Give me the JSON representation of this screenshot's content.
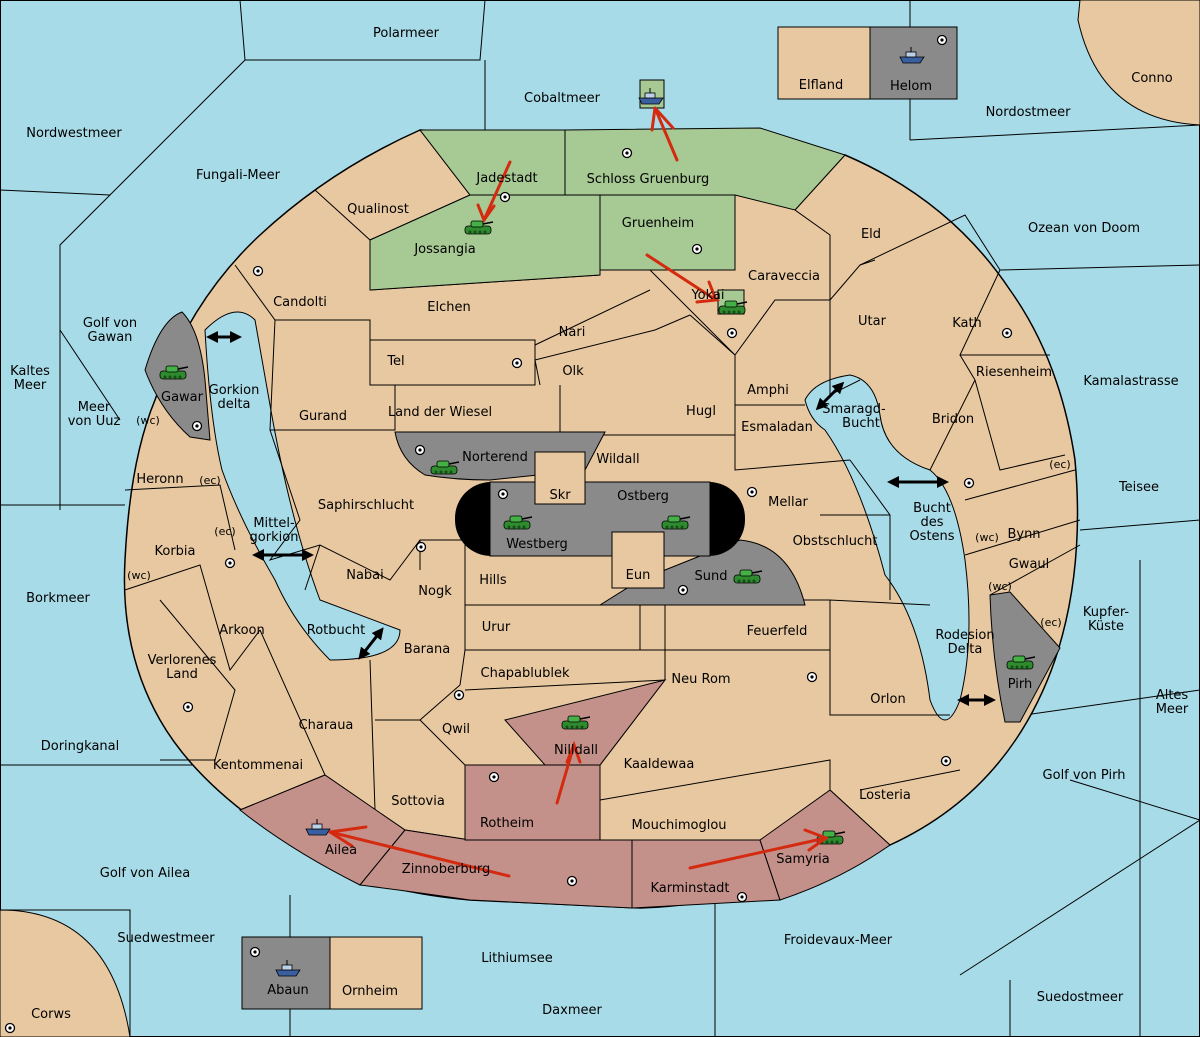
{
  "colors": {
    "sea": "#a8dbe8",
    "neutral": "#e8c8a0",
    "green_power": "#a7c994",
    "red_power": "#c4908a",
    "grey_power": "#8a8a8a",
    "order_arrow": "#d42a10"
  },
  "labels": {
    "polarmeer": "Polarmeer",
    "cobaltmeer": "Cobaltmeer",
    "nordwestmeer": "Nordwestmeer",
    "fungali": "Fungali-Meer",
    "elfland": "Elfland",
    "helom": "Helom",
    "conno": "Conno",
    "nordostmeer": "Nordostmeer",
    "ozean": "Ozean von Doom",
    "kamalastrasse": "Kamalastrasse",
    "teisee": "Teisee",
    "kupfer1": "Kupfer-",
    "kupfer2": "Küste",
    "altes1": "Altes",
    "altes2": "Meer",
    "golfpirh": "Golf von Pirh",
    "suedostmeer": "Suedostmeer",
    "froidevaux": "Froidevaux-Meer",
    "daxmeer": "Daxmeer",
    "lithiumsee": "Lithiumsee",
    "ornheim": "Ornheim",
    "abaun": "Abaun",
    "suedwestmeer": "Suedwestmeer",
    "corws": "Corws",
    "golfailea": "Golf von Ailea",
    "doringkanal": "Doringkanal",
    "borkmeer": "Borkmeer",
    "kaltes1": "Kaltes",
    "kaltes2": "Meer",
    "meeruuz1": "Meer",
    "meeruuz2": "von Uuz",
    "golfgawan1": "Golf von",
    "golfgawan2": "Gawan",
    "gawar": "Gawar",
    "gorkion1": "Gorkion",
    "gorkion2": "delta",
    "wc": "(wc)",
    "ec": "(ec)",
    "heronn": "Heronn",
    "korbia": "Korbia",
    "mittel1": "Mittel-",
    "mittel2": "gorkion",
    "verlorenes1": "Verlorenes",
    "verlorenes2": "Land",
    "arkoon": "Arkoon",
    "rotbucht": "Rotbucht",
    "kentommenai": "Kentommenai",
    "charaua": "Charaua",
    "ailea": "Ailea",
    "zinnoberburg": "Zinnoberburg",
    "sottovia": "Sottovia",
    "rotheim": "Rotheim",
    "nilldall": "Nilldall",
    "qwil": "Qwil",
    "barana": "Barana",
    "chapablublek": "Chapablublek",
    "ururm": "Urur",
    "neurom": "Neu Rom",
    "kaaldewaa": "Kaaldewaa",
    "mouchimoglou": "Mouchimoglou",
    "karminstadt": "Karminstadt",
    "samyria": "Samyria",
    "losteria": "Losteria",
    "orlon": "Orlon",
    "feuerfeld": "Feuerfeld",
    "rodesion1": "Rodesion",
    "rodesion2": "Delta",
    "pirh": "Pirh",
    "gwaul": "Gwaul",
    "bynn": "Bynn",
    "bucht1": "Bucht",
    "bucht2": "des",
    "bucht3": "Ostens",
    "mellar": "Mellar",
    "obstschlucht": "Obstschlucht",
    "sund": "Sund",
    "eun": "Eun",
    "hills": "Hills",
    "nogk": "Nogk",
    "nabai": "Nabai",
    "saphir": "Saphirschlucht",
    "westberg": "Westberg",
    "skr": "Skr",
    "ostberg": "Ostberg",
    "wildall": "Wildall",
    "norterend": "Norterend",
    "gurand": "Gurand",
    "landwiesel": "Land der Wiesel",
    "hugl": "Hugl",
    "esmaladan": "Esmaladan",
    "amphi": "Amphi",
    "smaragd1": "Smaragd-",
    "smaragd2": "Bucht",
    "bridon": "Bridon",
    "riesenheim": "Riesenheim",
    "kath": "Kath",
    "utar": "Utar",
    "eld": "Eld",
    "caraveccia": "Caraveccia",
    "yokai": "Yokai",
    "grueneim": "Gruenheim",
    "schloss": "Schloss Gruenburg",
    "jadestadt": "Jadestadt",
    "jossangia": "Jossangia",
    "qualinost": "Qualinost",
    "candolti": "Candolti",
    "elchen": "Elchen",
    "nari": "Nari",
    "tel": "Tel",
    "olk": "Olk"
  },
  "units": [
    {
      "type": "army",
      "at": "Jossangia"
    },
    {
      "type": "army",
      "at": "Yokai"
    },
    {
      "type": "army",
      "at": "Gawar"
    },
    {
      "type": "army",
      "at": "Norterend"
    },
    {
      "type": "army",
      "at": "Westberg"
    },
    {
      "type": "army",
      "at": "Ostberg"
    },
    {
      "type": "army",
      "at": "Sund"
    },
    {
      "type": "army",
      "at": "Nilldall"
    },
    {
      "type": "army",
      "at": "Samyria"
    },
    {
      "type": "army",
      "at": "Pirh"
    },
    {
      "type": "fleet",
      "at": "Cobaltmeer"
    },
    {
      "type": "fleet",
      "at": "Helom"
    },
    {
      "type": "fleet",
      "at": "Ailea"
    },
    {
      "type": "fleet",
      "at": "Abaun"
    }
  ]
}
